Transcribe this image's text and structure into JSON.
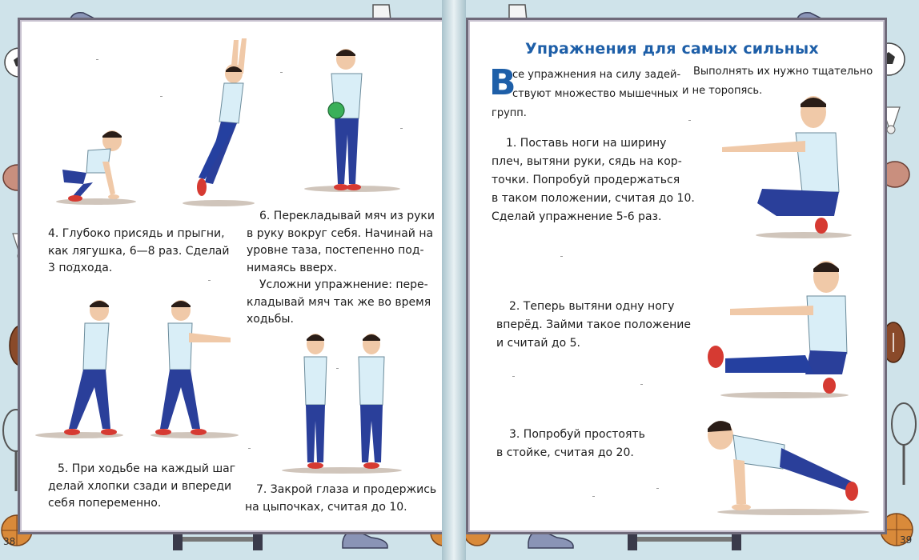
{
  "right_page": {
    "title": "Упражнения для самых сильных",
    "intro": {
      "drop_cap": "В",
      "col1": [
        "се упражнения на силу задей-",
        "ствуют множество мышечных",
        "групп."
      ],
      "col2": [
        "Выполнять их нужно тщательно",
        "и не торопясь."
      ]
    },
    "steps": [
      {
        "lines": [
          "1.   Поставь ноги на ширину",
          "плеч, вытяни руки, сядь на кор-",
          "точки. Попробуй продержаться",
          "в таком положении, считая до 10.",
          "Сделай упражнение 5-6 раз."
        ]
      },
      {
        "lines": [
          "2.   Теперь вытяни одну ногу",
          "вперёд. Займи такое положение",
          "и считай до 5."
        ]
      },
      {
        "lines": [
          "3.   Попробуй простоять",
          "в стойке, считая до 20."
        ]
      }
    ],
    "page_number": "39"
  },
  "left_page": {
    "captions": {
      "ex4": [
        "4. Глубоко присядь и прыгни,",
        "как лягушка, 6—8 раз. Сделай",
        "3 подхода."
      ],
      "ex5": [
        "5. При ходьбе на каждый шаг",
        "делай хлопки сзади и впереди",
        "себя попеременно."
      ],
      "ex6": [
        "6. Перекладывай мяч из руки",
        "в руку вокруг себя. Начинай на",
        "уровне таза, постепенно под-",
        "нимаясь вверх."
      ],
      "ex6b": [
        "Усложни упражнение: пере-",
        "кладывай мяч так же во время",
        "ходьбы."
      ],
      "ex7": [
        "7. Закрой глаза и продержись",
        "на цыпочках, считая до 10."
      ]
    },
    "page_number": "38"
  },
  "colors": {
    "title_blue": "#1e5fa8",
    "shirt": "#d9eef7",
    "pants": "#2a3f9a",
    "skin": "#f0c9a8",
    "hair": "#2a1d17",
    "shoe": "#d63a32",
    "border": "#6f6a7a"
  },
  "icons": [
    "soccer-ball-icon",
    "sneaker-icon",
    "skate-icon",
    "boxing-glove-icon",
    "shuttlecock-icon",
    "rugby-ball-icon",
    "racket-icon",
    "dumbbell-icon",
    "basketball-icon"
  ]
}
